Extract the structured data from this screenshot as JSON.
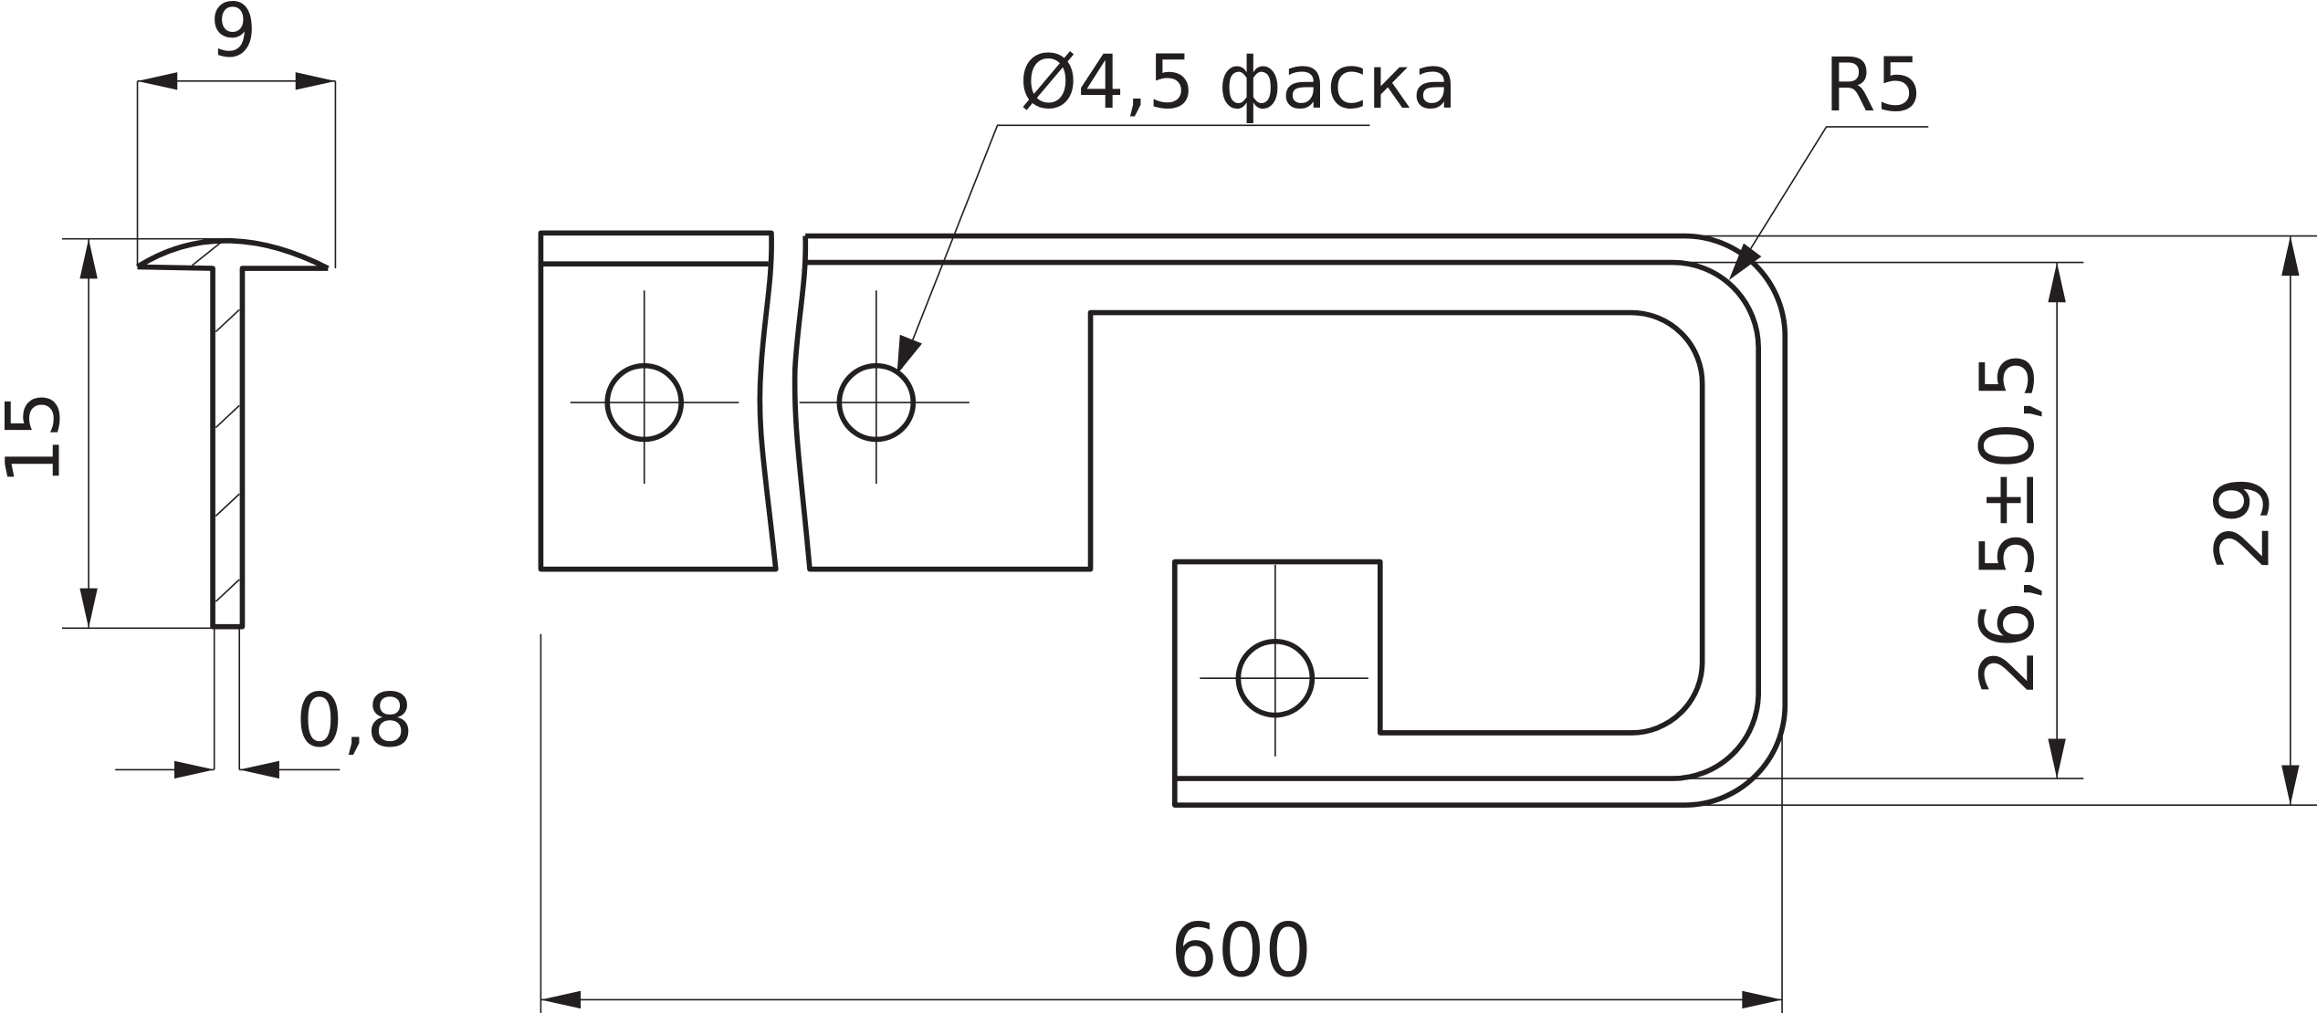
{
  "drawing": {
    "profile": {
      "width_label": "9",
      "height_label": "15",
      "thickness_label": "0,8"
    },
    "part": {
      "hole_label": "Ø4,5 фаска",
      "radius_label": "R5",
      "inner_height_label": "26,5±0,5",
      "outer_height_label": "29",
      "length_label": "600"
    },
    "colors": {
      "line": "#231f20",
      "background": "#ffffff"
    }
  }
}
